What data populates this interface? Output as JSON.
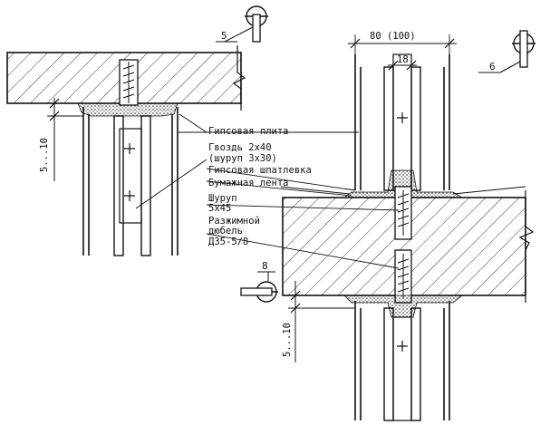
{
  "references": {
    "callout_5": "5",
    "callout_6": "6",
    "callout_8": "8"
  },
  "dimensions": {
    "gap_left": "5...10",
    "gap_bottom": "5...10",
    "width_total": "80 (100)",
    "width_inner": "18"
  },
  "labels": {
    "gypsum_board": "Гипсовая плита",
    "nail_line1": "Гвоздь 2х40",
    "nail_line2": "(шуруп 3х30)",
    "putty": "Гипсовая шпатлевка",
    "paper_tape": "Бумажная лента",
    "screw_line1": "Шуруп",
    "screw_line2": "5х45",
    "dowel_line1": "Разжимной",
    "dowel_line2": "дюбель",
    "dowel_line3": "Д35-5/8"
  },
  "colors": {
    "line": "#111111",
    "background": "#ffffff"
  }
}
